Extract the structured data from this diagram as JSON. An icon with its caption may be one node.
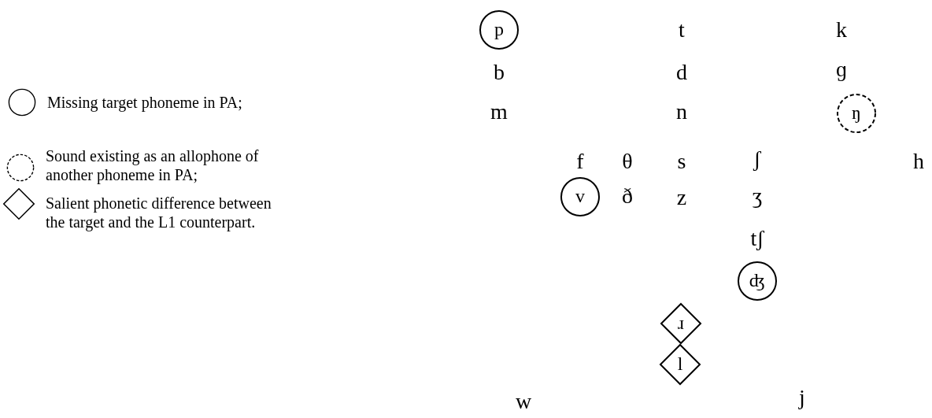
{
  "diagram": {
    "nodes": [
      {
        "text": [
          "p"
        ]
      },
      {
        "text": [
          "ŋ"
        ]
      },
      {
        "text": [
          "v"
        ]
      },
      {
        "text": [
          "ʤ"
        ]
      },
      {
        "text": [
          "ɹ"
        ]
      },
      {
        "text": [
          "l"
        ]
      }
    ],
    "labels": [
      "t",
      "k",
      "b",
      "d",
      "ɡ",
      "m",
      "n",
      "f",
      "θ",
      "s",
      "ʃ",
      "h",
      "ð",
      "z",
      "ʒ",
      "tʃ",
      "w",
      "j"
    ],
    "legend": [
      {
        "text": "Missing target phoneme in PA;"
      },
      {
        "text": "Sound existing as an allophone of another phoneme in PA;"
      },
      {
        "text": "Salient phonetic difference between the target and the L1 counterpart."
      }
    ]
  }
}
